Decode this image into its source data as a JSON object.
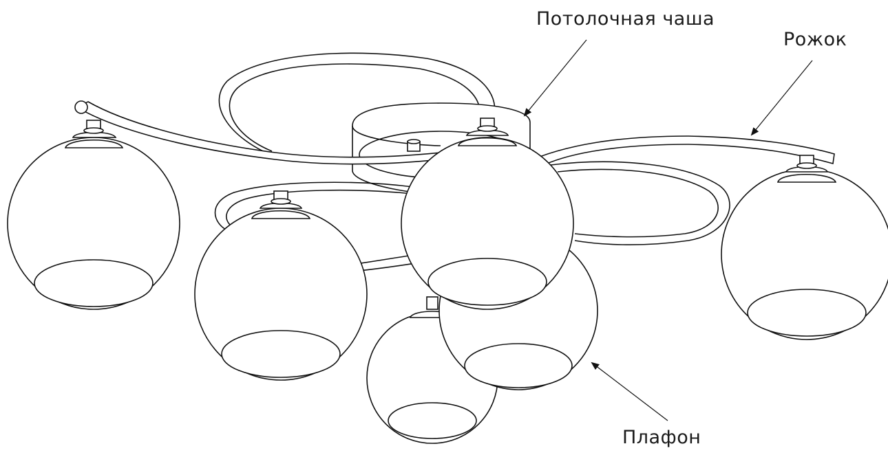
{
  "labels": {
    "ceiling_bowl": "Потолочная чаша",
    "arm": "Рожок",
    "shade": "Плафон"
  },
  "colors": {
    "line": "#111111",
    "background": "#ffffff",
    "text": "#1a1a1a"
  }
}
